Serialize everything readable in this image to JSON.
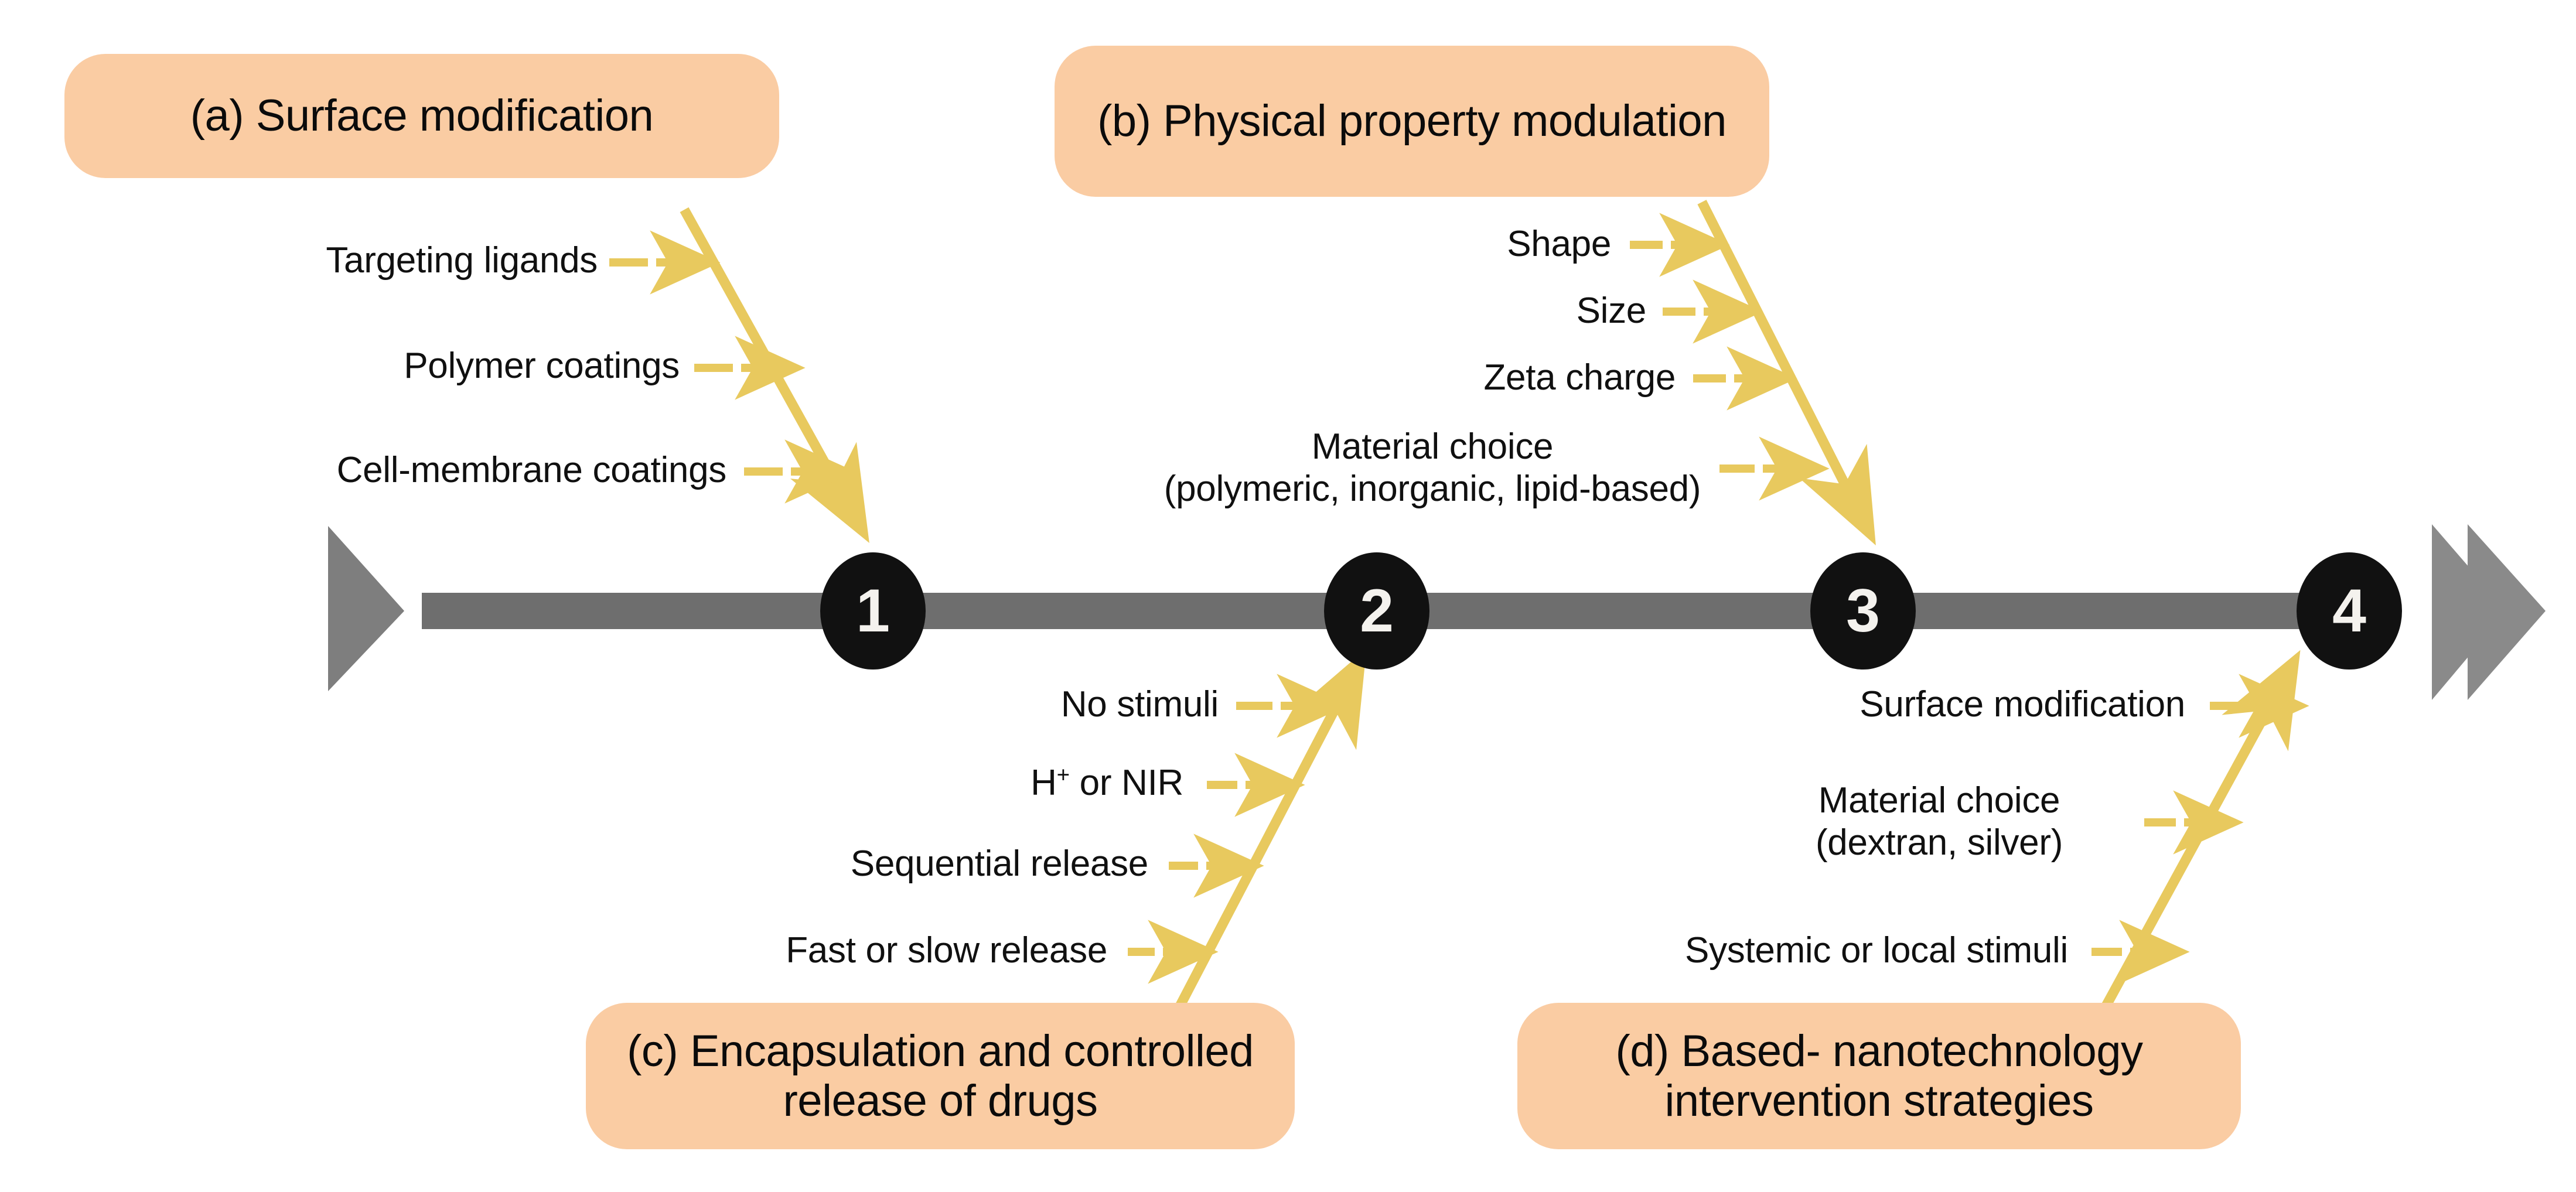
{
  "diagram": {
    "title_boxes": [
      {
        "id": "a",
        "text": "(a) Surface modification"
      },
      {
        "id": "b",
        "text": "(b) Physical property modulation"
      },
      {
        "id": "c",
        "text": "(c) Encapsulation and controlled release of drugs"
      },
      {
        "id": "d",
        "text": "(d) Based- nanotechnology intervention strategies"
      }
    ],
    "timeline": {
      "nodes": [
        {
          "number": "1"
        },
        {
          "number": "2"
        },
        {
          "number": "3"
        },
        {
          "number": "4"
        }
      ],
      "start_marker": "triangle-right-icon",
      "end_marker": "double-chevron-right-icon",
      "bar_color": "#6E6E6E",
      "node_color": "#111111",
      "node_text_color": "#F4F2EE"
    },
    "group_a_labels": [
      "Targeting ligands",
      "Polymer coatings",
      "Cell-membrane coatings"
    ],
    "group_b_labels": [
      "Shape",
      "Size",
      "Zeta charge",
      "Material choice",
      "(polymeric, inorganic, lipid-based)"
    ],
    "group_c_labels": [
      "No stimuli",
      "H+ or NIR",
      "Sequential release",
      "Fast or slow release"
    ],
    "group_d_labels": [
      "Surface modification",
      "Material choice",
      "(dextran, silver)",
      "Systemic or local stimuli"
    ],
    "colors": {
      "pill_fill": "#FACCA3",
      "connector_yellow": "#E8C95E",
      "timeline_gray": "#6E6E6E",
      "node_black": "#111111",
      "text_black": "#101010",
      "background": "#FFFFFF"
    }
  }
}
